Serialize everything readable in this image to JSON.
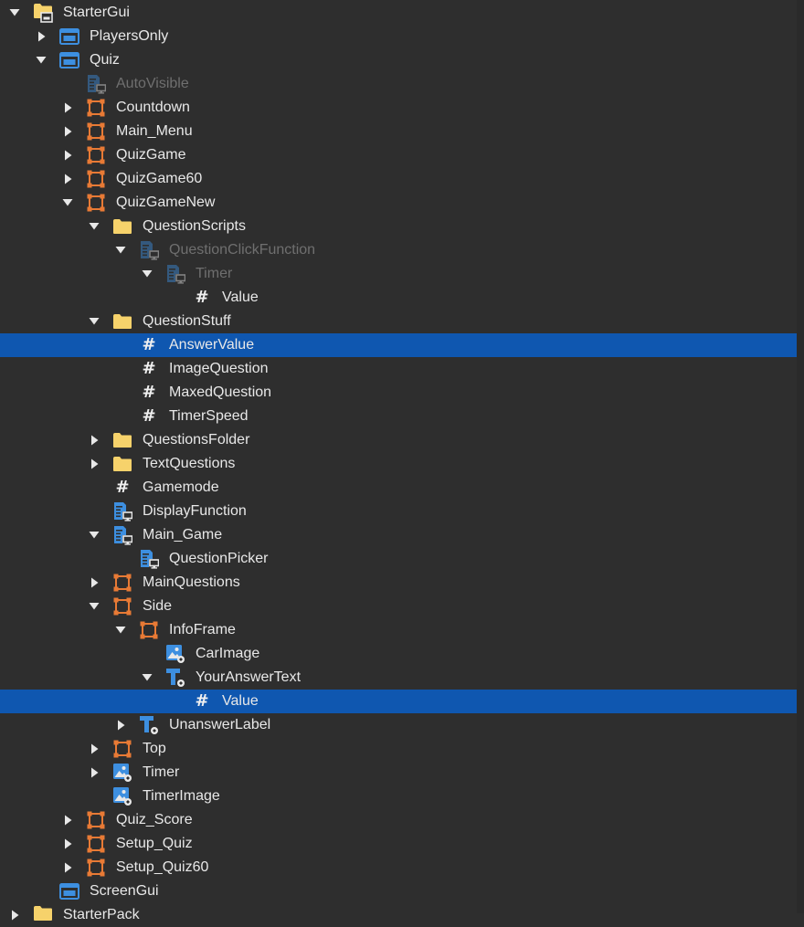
{
  "colors": {
    "background": "#2e2e2e",
    "selected_row": "#0f57b0",
    "text": "#e8e8e8",
    "text_disabled": "#6f6f6f",
    "folder_icon": "#f6d26b",
    "frame_icon": "#e87a35",
    "screengui_icon": "#3d8fe0",
    "script_icon": "#3d8fe0"
  },
  "tree": [
    {
      "label": "StarterGui",
      "depth": 0,
      "arrow": "expanded",
      "icon": "startergui-folder-icon",
      "selected": false,
      "dim": false
    },
    {
      "label": "PlayersOnly",
      "depth": 1,
      "arrow": "collapsed",
      "icon": "screengui-icon",
      "selected": false,
      "dim": false
    },
    {
      "label": "Quiz",
      "depth": 1,
      "arrow": "expanded",
      "icon": "screengui-icon",
      "selected": false,
      "dim": false
    },
    {
      "label": "AutoVisible",
      "depth": 2,
      "arrow": "none",
      "icon": "localscript-icon",
      "selected": false,
      "dim": true
    },
    {
      "label": "Countdown",
      "depth": 2,
      "arrow": "collapsed",
      "icon": "frame-icon",
      "selected": false,
      "dim": false
    },
    {
      "label": "Main_Menu",
      "depth": 2,
      "arrow": "collapsed",
      "icon": "frame-icon",
      "selected": false,
      "dim": false
    },
    {
      "label": "QuizGame",
      "depth": 2,
      "arrow": "collapsed",
      "icon": "frame-icon",
      "selected": false,
      "dim": false
    },
    {
      "label": "QuizGame60",
      "depth": 2,
      "arrow": "collapsed",
      "icon": "frame-icon",
      "selected": false,
      "dim": false
    },
    {
      "label": "QuizGameNew",
      "depth": 2,
      "arrow": "expanded",
      "icon": "frame-icon",
      "selected": false,
      "dim": false
    },
    {
      "label": "QuestionScripts",
      "depth": 3,
      "arrow": "expanded",
      "icon": "folder-icon",
      "selected": false,
      "dim": false
    },
    {
      "label": "QuestionClickFunction",
      "depth": 4,
      "arrow": "expanded",
      "icon": "localscript-icon",
      "selected": false,
      "dim": true
    },
    {
      "label": "Timer",
      "depth": 5,
      "arrow": "expanded",
      "icon": "localscript-icon",
      "selected": false,
      "dim": true
    },
    {
      "label": "Value",
      "depth": 6,
      "arrow": "none",
      "icon": "number-value-icon",
      "selected": false,
      "dim": false
    },
    {
      "label": "QuestionStuff",
      "depth": 3,
      "arrow": "expanded",
      "icon": "folder-icon",
      "selected": false,
      "dim": false
    },
    {
      "label": "AnswerValue",
      "depth": 4,
      "arrow": "none",
      "icon": "number-value-icon",
      "selected": true,
      "dim": false
    },
    {
      "label": "ImageQuestion",
      "depth": 4,
      "arrow": "none",
      "icon": "number-value-icon",
      "selected": false,
      "dim": false
    },
    {
      "label": "MaxedQuestion",
      "depth": 4,
      "arrow": "none",
      "icon": "number-value-icon",
      "selected": false,
      "dim": false
    },
    {
      "label": "TimerSpeed",
      "depth": 4,
      "arrow": "none",
      "icon": "number-value-icon",
      "selected": false,
      "dim": false
    },
    {
      "label": "QuestionsFolder",
      "depth": 3,
      "arrow": "collapsed",
      "icon": "folder-icon",
      "selected": false,
      "dim": false
    },
    {
      "label": "TextQuestions",
      "depth": 3,
      "arrow": "collapsed",
      "icon": "folder-icon",
      "selected": false,
      "dim": false
    },
    {
      "label": "Gamemode",
      "depth": 3,
      "arrow": "none",
      "icon": "number-value-icon",
      "selected": false,
      "dim": false
    },
    {
      "label": "DisplayFunction",
      "depth": 3,
      "arrow": "none",
      "icon": "localscript-icon",
      "selected": false,
      "dim": false
    },
    {
      "label": "Main_Game",
      "depth": 3,
      "arrow": "expanded",
      "icon": "localscript-icon",
      "selected": false,
      "dim": false
    },
    {
      "label": "QuestionPicker",
      "depth": 4,
      "arrow": "none",
      "icon": "localscript-icon",
      "selected": false,
      "dim": false
    },
    {
      "label": "MainQuestions",
      "depth": 3,
      "arrow": "collapsed",
      "icon": "frame-icon",
      "selected": false,
      "dim": false
    },
    {
      "label": "Side",
      "depth": 3,
      "arrow": "expanded",
      "icon": "frame-icon",
      "selected": false,
      "dim": false
    },
    {
      "label": "InfoFrame",
      "depth": 4,
      "arrow": "expanded",
      "icon": "frame-icon",
      "selected": false,
      "dim": false
    },
    {
      "label": "CarImage",
      "depth": 5,
      "arrow": "none",
      "icon": "imagelabel-icon",
      "selected": false,
      "dim": false
    },
    {
      "label": "YourAnswerText",
      "depth": 5,
      "arrow": "expanded",
      "icon": "textlabel-icon",
      "selected": false,
      "dim": false
    },
    {
      "label": "Value",
      "depth": 6,
      "arrow": "none",
      "icon": "number-value-icon",
      "selected": true,
      "dim": false
    },
    {
      "label": "UnanswerLabel",
      "depth": 4,
      "arrow": "collapsed",
      "icon": "textlabel-icon",
      "selected": false,
      "dim": false
    },
    {
      "label": "Top",
      "depth": 3,
      "arrow": "collapsed",
      "icon": "frame-icon",
      "selected": false,
      "dim": false
    },
    {
      "label": "Timer",
      "depth": 3,
      "arrow": "collapsed",
      "icon": "imagelabel-icon",
      "selected": false,
      "dim": false
    },
    {
      "label": "TimerImage",
      "depth": 3,
      "arrow": "none",
      "icon": "imagelabel-icon",
      "selected": false,
      "dim": false
    },
    {
      "label": "Quiz_Score",
      "depth": 2,
      "arrow": "collapsed",
      "icon": "frame-icon",
      "selected": false,
      "dim": false
    },
    {
      "label": "Setup_Quiz",
      "depth": 2,
      "arrow": "collapsed",
      "icon": "frame-icon",
      "selected": false,
      "dim": false
    },
    {
      "label": "Setup_Quiz60",
      "depth": 2,
      "arrow": "collapsed",
      "icon": "frame-icon",
      "selected": false,
      "dim": false
    },
    {
      "label": "ScreenGui",
      "depth": 1,
      "arrow": "none",
      "icon": "screengui-icon",
      "selected": false,
      "dim": false
    },
    {
      "label": "StarterPack",
      "depth": 0,
      "arrow": "collapsed",
      "icon": "starterpack-folder-icon",
      "selected": false,
      "dim": false
    }
  ]
}
